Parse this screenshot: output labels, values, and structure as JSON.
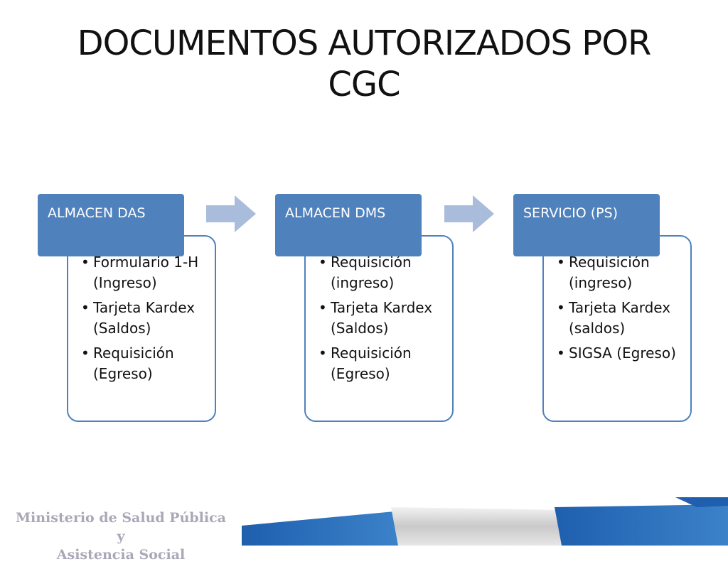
{
  "title": "DOCUMENTOS AUTORIZADOS POR CGC",
  "stages": [
    {
      "header": "ALMACEN DAS",
      "items": [
        "Formulario 1-H (Ingreso)",
        "Tarjeta Kardex (Saldos)",
        "Requisición (Egreso)"
      ]
    },
    {
      "header": "ALMACEN DMS",
      "items": [
        "Requisición (ingreso)",
        "Tarjeta Kardex (Saldos)",
        "Requisición (Egreso)"
      ]
    },
    {
      "header": "SERVICIO (PS)",
      "items": [
        "Requisición (ingreso)",
        "Tarjeta Kardex (saldos)",
        "SIGSA (Egreso)"
      ]
    }
  ],
  "footer": {
    "logo_line1": "Ministerio de Salud Pública y",
    "logo_line2": "Asistencia Social"
  },
  "colors": {
    "header_fill": "#4f81bd",
    "box_border": "#4f81bd",
    "arrow_fill": "#a9bcdb",
    "footer_blue": "#2a6fb6"
  }
}
